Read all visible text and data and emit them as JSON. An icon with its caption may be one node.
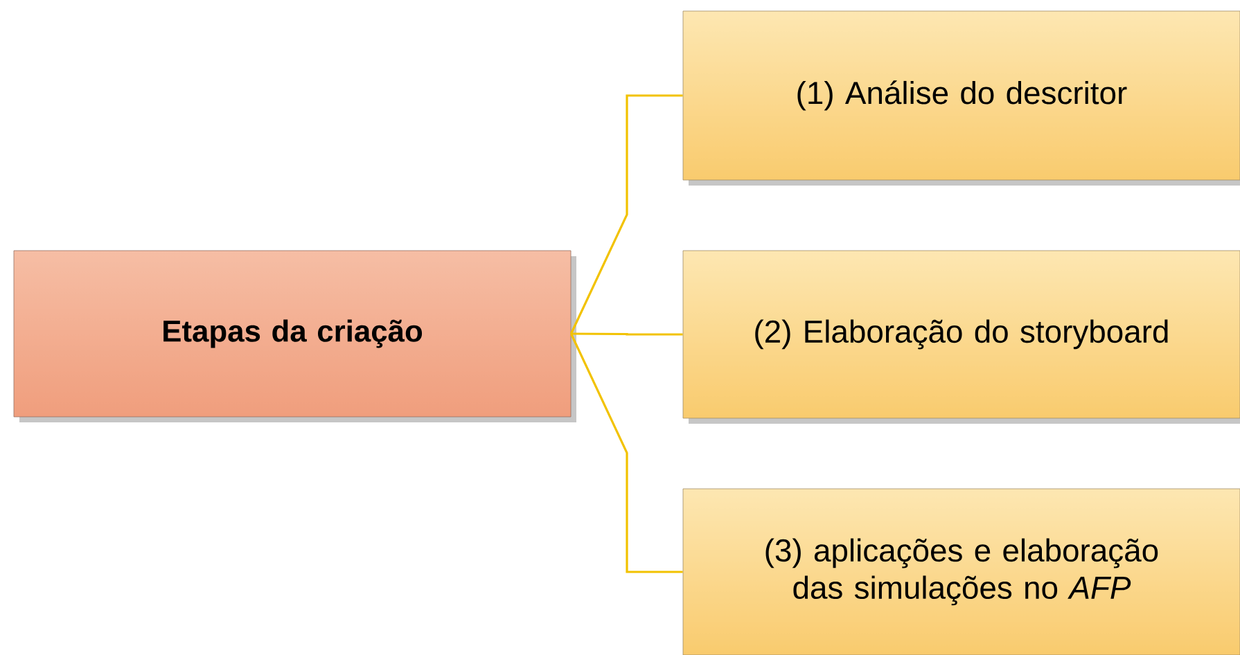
{
  "diagram": {
    "nodes": [
      {
        "text": [
          "Etapas da criação"
        ]
      },
      {
        "text": [
          "(1) Análise do descritor"
        ]
      },
      {
        "text": [
          "(2) Elaboração do storyboard"
        ]
      },
      {
        "text": [
          "(3) aplicações e elaboração das simulações no *AFP*"
        ]
      }
    ],
    "edges": [
      {
        "from": 0,
        "to": 1,
        "arrow": "none"
      },
      {
        "from": 0,
        "to": 2,
        "arrow": "none"
      },
      {
        "from": 0,
        "to": 3,
        "arrow": "none"
      }
    ]
  }
}
